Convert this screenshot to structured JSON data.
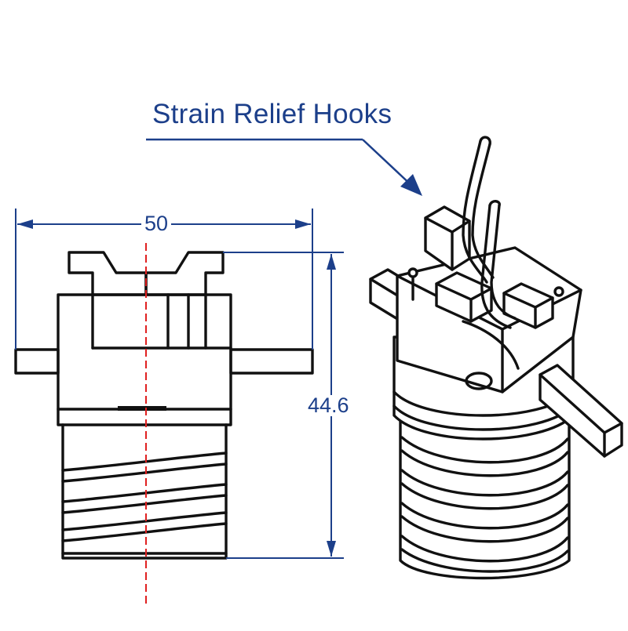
{
  "labels": {
    "callout": "Strain Relief Hooks",
    "width_dim": "50",
    "height_dim": "44.6"
  },
  "colors": {
    "annotation": "#1c3f8a",
    "centerline": "#e02020",
    "ink": "#111111"
  }
}
